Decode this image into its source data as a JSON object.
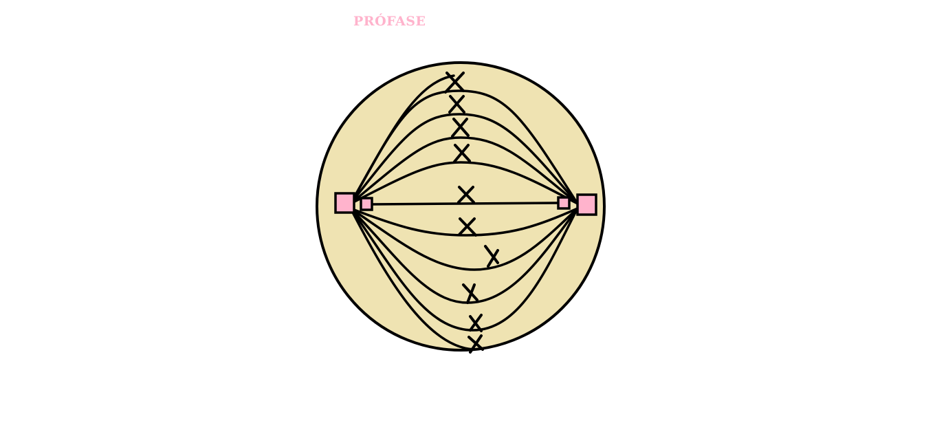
{
  "title": "PRÓFASE",
  "colors": {
    "cell_fill": "#efe3b2",
    "outline": "#000000",
    "centrosome_fill": "#ffb3cc",
    "title": "#ffb3cc",
    "background": "#ffffff"
  },
  "diagram": {
    "cell": "cell-circle",
    "centrosomes": [
      "left-centrosome-outer",
      "left-centrosome-inner",
      "right-centrosome-inner",
      "right-centrosome-outer"
    ],
    "spindle_fiber_count": 11,
    "chromosome_count": 10,
    "chromosome_marker": "x-mark"
  }
}
